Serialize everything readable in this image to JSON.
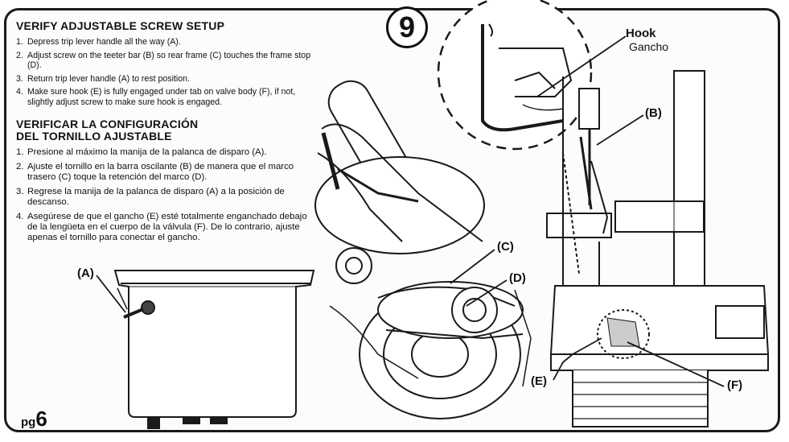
{
  "step_number": "9",
  "english": {
    "heading": "VERIFY ADJUSTABLE SCREW SETUP",
    "steps": [
      {
        "num": "1.",
        "text": "Depress trip lever handle all the way (A)."
      },
      {
        "num": "2.",
        "text": "Adjust screw on the teeter bar (B) so rear frame (C) touches the frame stop (D)."
      },
      {
        "num": "3.",
        "text": "Return trip lever handle (A) to rest position."
      },
      {
        "num": "4.",
        "text": "Make sure hook (E) is fully engaged under tab on valve body (F), if not, slightly adjust screw to make sure hook is engaged."
      }
    ]
  },
  "spanish": {
    "heading_line1": "VERIFICAR LA CONFIGURACIÓN",
    "heading_line2": "DEL TORNILLO AJUSTABLE",
    "steps": [
      {
        "num": "1.",
        "text": "Presione al máximo la manija de la palanca de disparo (A)."
      },
      {
        "num": "2.",
        "text": "Ajuste el tornillo en la barra oscilante (B) de manera que el marco trasero (C) toque la retención del marco (D)."
      },
      {
        "num": "3.",
        "text": "Regrese la manija de la palanca de disparo (A) a la posición de descanso."
      },
      {
        "num": "4.",
        "text": "Asegúrese de que el gancho (E) esté totalmente enganchado debajo de la lengüeta en el cuerpo de la válvula (F). De lo contrario, ajuste apenas el tornillo para conectar el gancho."
      }
    ]
  },
  "labels": {
    "a": "(A)",
    "b": "(B)",
    "c": "(C)",
    "d": "(D)",
    "e": "(E)",
    "f": "(F)",
    "hook_en": "Hook",
    "hook_es": "Gancho"
  },
  "page": {
    "prefix": "pg",
    "number": "6"
  }
}
